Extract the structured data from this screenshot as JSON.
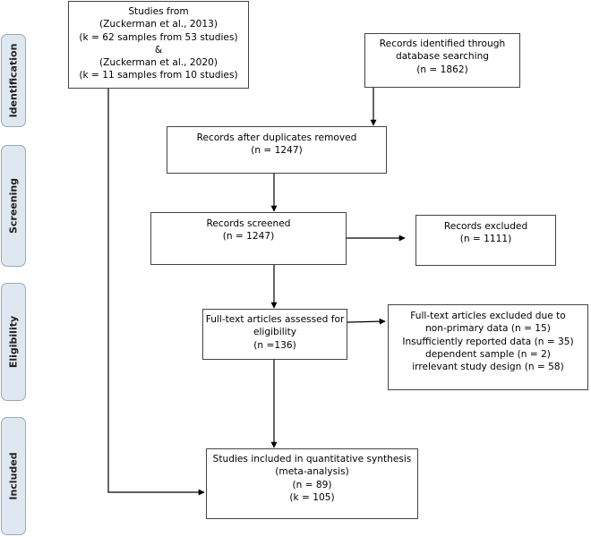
{
  "phases": {
    "identification": "Identification",
    "screening": "Screening",
    "eligibility": "Eligibility",
    "included": "Included"
  },
  "boxes": {
    "prior_studies": {
      "lines": [
        "Studies from",
        "(Zuckerman et al., 2013)",
        "(k = 62 samples from 53 studies)",
        "&",
        "(Zuckerman et al., 2020)",
        "(k = 11 samples from 10 studies)"
      ]
    },
    "database": {
      "lines": [
        "Records identified through",
        "database searching",
        "(n = 1862)"
      ]
    },
    "duplicates_removed": {
      "lines": [
        "Records after duplicates removed",
        "(n = 1247)"
      ]
    },
    "screened": {
      "lines": [
        "Records screened",
        "(n = 1247)"
      ]
    },
    "excluded": {
      "lines": [
        "Records excluded",
        "(n = 1111)"
      ]
    },
    "fulltext_assessed": {
      "lines": [
        "Full-text articles assessed for",
        "eligibility",
        "(n =136)"
      ]
    },
    "fulltext_excluded": {
      "lines": [
        "Full-text articles excluded due to",
        "non-primary data (n = 15)",
        "Insufficiently reported data (n = 35)",
        "dependent sample (n = 2)",
        "irrelevant study design (n = 58)"
      ]
    },
    "included_studies": {
      "lines": [
        "Studies included in quantitative synthesis",
        "(meta-analysis)",
        "(n = 89)",
        "(k = 105)"
      ]
    }
  }
}
